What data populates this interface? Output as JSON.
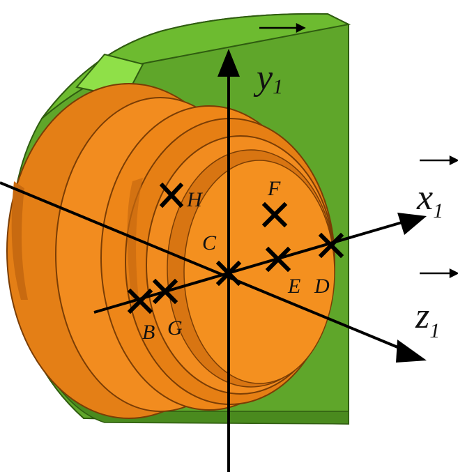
{
  "colors": {
    "housing_green": "#5fa62a",
    "housing_green_light": "#7ccd3a",
    "housing_green_dark": "#3e7a18",
    "part_orange": "#f28c1f",
    "part_orange_dark": "#c86a10",
    "part_edge": "#7a3d05",
    "ink": "#000000"
  },
  "axes": {
    "y": {
      "letter": "y",
      "subscript": "1"
    },
    "x": {
      "letter": "x",
      "subscript": "1"
    },
    "z": {
      "letter": "z",
      "subscript": "1"
    }
  },
  "points": [
    "B",
    "C",
    "D",
    "E",
    "F",
    "G",
    "H"
  ]
}
